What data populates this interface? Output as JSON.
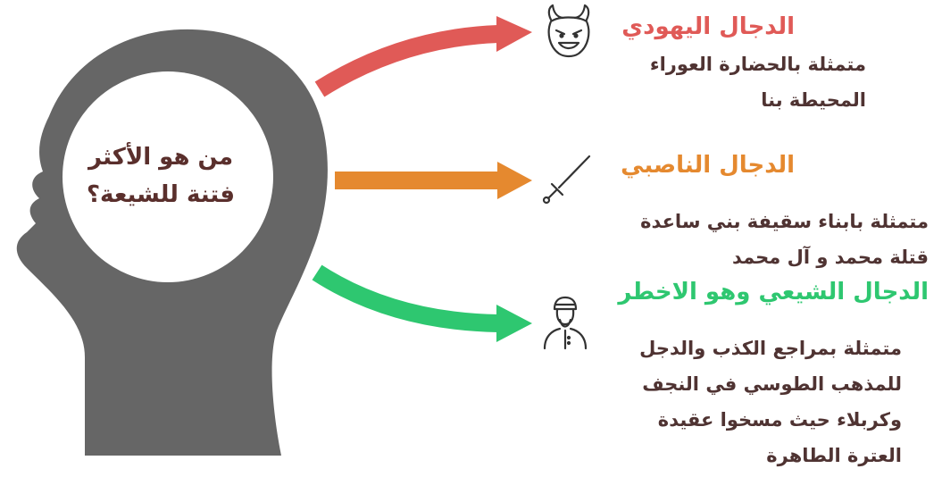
{
  "colors": {
    "head": "#666666",
    "head_circle": "#ffffff",
    "arrow_1": "#e05a57",
    "arrow_2": "#e5892f",
    "arrow_3": "#2ec770",
    "question_text": "#5a2f2c",
    "desc_text": "#4f3332"
  },
  "question": {
    "line1": "من هو الأكثر",
    "line2": "فتنة للشيعة؟"
  },
  "items": [
    {
      "icon": "devil-face-icon",
      "heading": "الدجال اليهودي",
      "desc_lines": [
        "متمثلة بالحضارة العوراء",
        "المحيطة بنا"
      ]
    },
    {
      "icon": "sword-icon",
      "heading": "الدجال الناصبي",
      "desc_lines": [
        "متمثلة بابناء سقيفة بني ساعدة",
        "قتلة محمد و آل محمد"
      ]
    },
    {
      "icon": "cleric-icon",
      "heading": "الدجال الشيعي وهو الاخطر",
      "desc_lines": [
        "متمثلة  بمراجع الكذب والدجل",
        "للمذهب الطوسي في النجف",
        "وكربلاء حيث مسخوا عقيدة",
        "العترة الطاهرة"
      ]
    }
  ]
}
